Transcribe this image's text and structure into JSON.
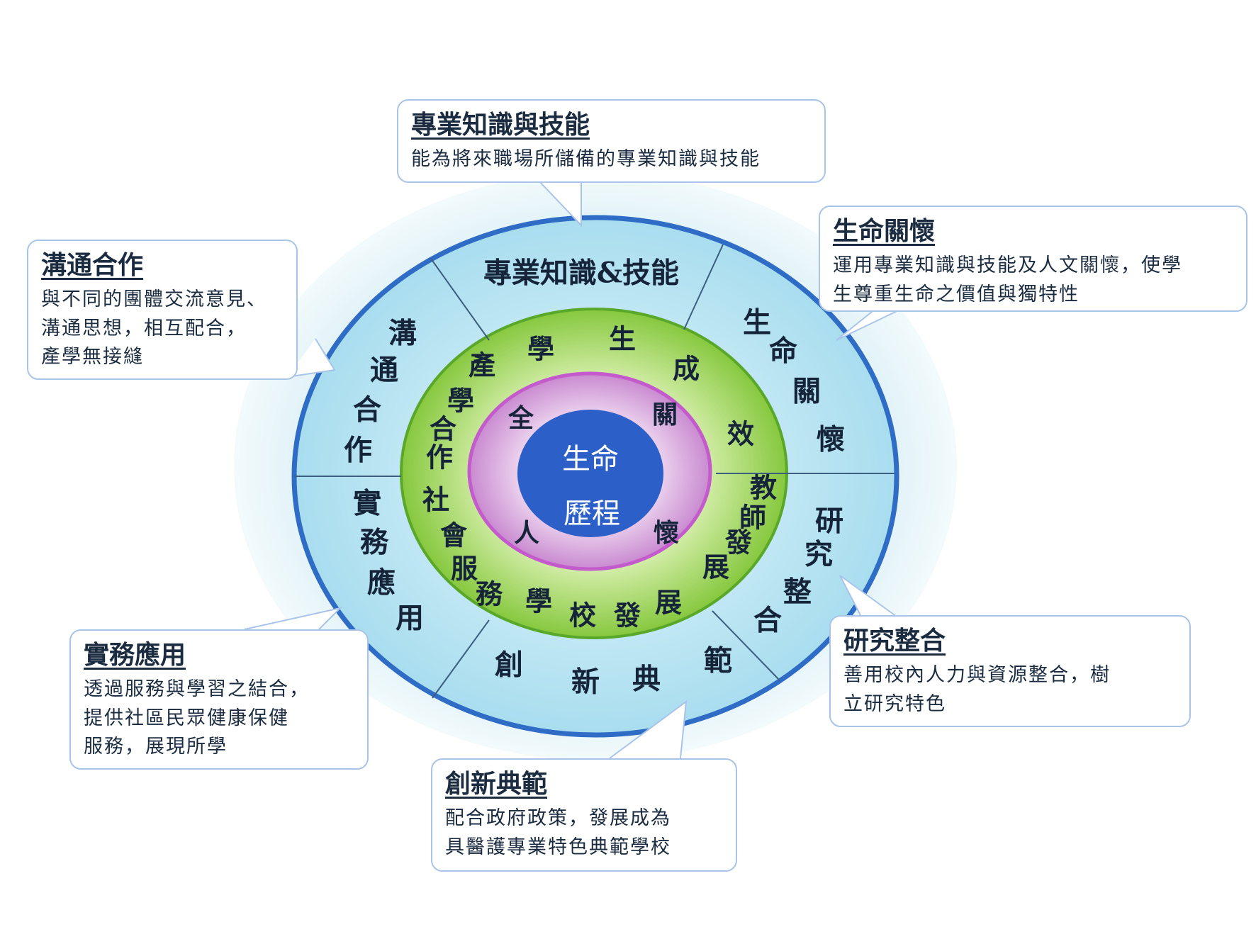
{
  "center": {
    "line1": "生命",
    "line2": "歷程"
  },
  "inner_ring": {
    "chars": [
      "全",
      "關",
      "懷",
      "人"
    ]
  },
  "middle_ring": {
    "top": "學生成效",
    "right": "教師發展",
    "bottom": "學校發展",
    "left_upper": "產學合作",
    "left_lower": "社會服務"
  },
  "outer_ring": {
    "professional": "專業知識&技能",
    "life_care": "生命關懷",
    "research": "研究整合",
    "innovation": "創新典範",
    "practice": "實務應用",
    "communication": "溝通合作"
  },
  "callouts": {
    "professional": {
      "title": "專業知識與技能",
      "lines": [
        "能為將來職場所儲備的專業知識與技能"
      ]
    },
    "life_care": {
      "title": "生命關懷",
      "lines": [
        "運用專業知識與技能及人文關懷，使學",
        "生尊重生命之價值與獨特性"
      ]
    },
    "communication": {
      "title": "溝通合作",
      "lines": [
        "與不同的團體交流意見、",
        "溝通思想，相互配合，",
        "產學無接縫"
      ]
    },
    "practice": {
      "title": "實務應用",
      "lines": [
        "透過服務與學習之結合，",
        "提供社區民眾健康保健",
        "服務，展現所學"
      ]
    },
    "research": {
      "title": "研究整合",
      "lines": [
        "善用校內人力與資源整合，樹",
        "立研究特色"
      ]
    },
    "innovation": {
      "title": "創新典範",
      "lines": [
        "配合政府政策，發展成為",
        "具醫護專業特色典範學校"
      ]
    }
  },
  "colors": {
    "halo": "#e6f4f8",
    "outer_ring": "#bfe8f3",
    "outer_border": "#2f6cc6",
    "middle_ring": "#8fcf4a",
    "inner_ring": "#e7b6ea",
    "center": "#2d5fc8",
    "callout_border": "#a9c4e8"
  }
}
